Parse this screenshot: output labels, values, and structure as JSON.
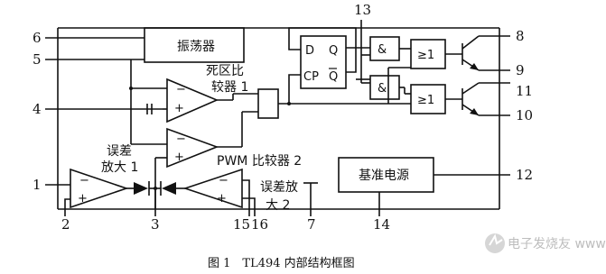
{
  "pins": {
    "p6": "6",
    "p5": "5",
    "p4": "4",
    "p1": "1",
    "p2": "2",
    "p3": "3",
    "p15": "15",
    "p16": "16",
    "p7": "7",
    "p14": "14",
    "p12": "12",
    "p13": "13",
    "p8": "8",
    "p9": "9",
    "p11": "11",
    "p10": "10"
  },
  "blocks": {
    "oscillator": "振荡器",
    "deadtime_comp_line1": "死区比",
    "deadtime_comp_line2": "较器 1",
    "pwm_comp": "PWM 比较器 2",
    "error_amp1_line1": "误差",
    "error_amp1_line2": "放大 1",
    "error_amp2_line1": "误差放",
    "error_amp2_line2": "大 2",
    "reference": "基准电源"
  },
  "symbols": {
    "ff_d": "D",
    "ff_q": "Q",
    "ff_cp": "CP",
    "ff_qbar": "Q",
    "and": "&",
    "or": "≥1",
    "minus": "−",
    "plus": "+"
  },
  "caption": "图 1　TL494 内部结构框图",
  "watermark": "电子发烧友 www.elecfans.com"
}
